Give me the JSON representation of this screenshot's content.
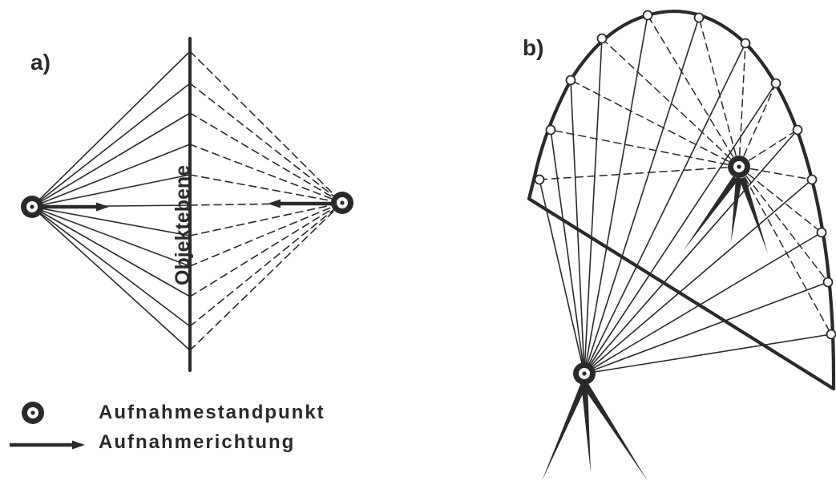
{
  "panels": {
    "a": {
      "label": "a)",
      "plane_label": "Objektebene"
    },
    "b": {
      "label": "b)"
    }
  },
  "legend": {
    "station": {
      "icon": "camera-station-icon",
      "text": "Aufnahmestandpunkt"
    },
    "direction": {
      "icon": "arrow-icon",
      "text": "Aufnahmerichtung"
    }
  },
  "colors": {
    "ink": "#2a2a2a",
    "background": "#ffffff"
  }
}
